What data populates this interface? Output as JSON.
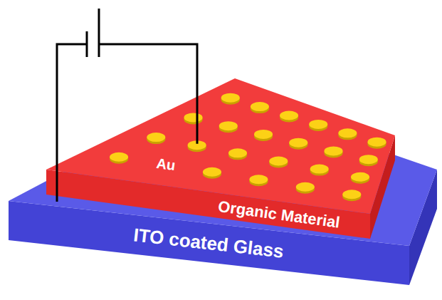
{
  "diagram": {
    "nodes": [
      {
        "text": [
          "Organic Material"
        ]
      },
      {
        "text": [
          "ITO coated Glass"
        ]
      }
    ],
    "labels": [
      "Au"
    ]
  }
}
